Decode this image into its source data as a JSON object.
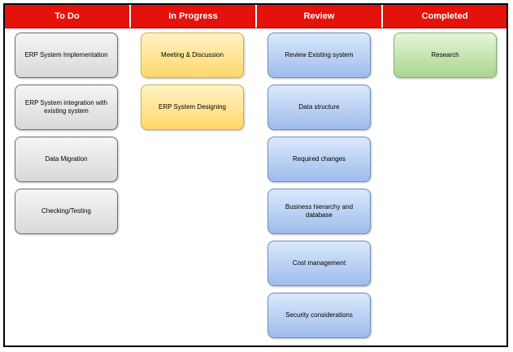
{
  "columns": [
    {
      "title": "To Do",
      "cards": [
        {
          "label": "ERP System Implementation"
        },
        {
          "label": "ERP System integration with existing system"
        },
        {
          "label": "Data Migration"
        },
        {
          "label": "Checking/Testing"
        }
      ]
    },
    {
      "title": "In Progress",
      "cards": [
        {
          "label": "Meeting & Discussion"
        },
        {
          "label": "ERP System Designing"
        }
      ]
    },
    {
      "title": "Review",
      "cards": [
        {
          "label": "Review Existing system"
        },
        {
          "label": "Data structure"
        },
        {
          "label": "Required changes"
        },
        {
          "label": "Business hierarchy and database"
        },
        {
          "label": "Cost management"
        },
        {
          "label": "Security considerations"
        }
      ]
    },
    {
      "title": "Completed",
      "cards": [
        {
          "label": "Research"
        }
      ]
    }
  ],
  "colors": {
    "header": "#e4120a",
    "todo": "#d9d9d9",
    "in_progress": "#ffd86b",
    "review": "#9ebdec",
    "completed": "#a9d58e"
  }
}
